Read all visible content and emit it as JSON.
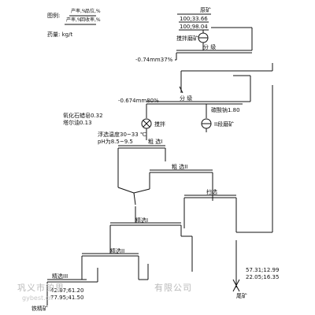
{
  "legend": {
    "top_label": "图例:",
    "top_formula_a": "产率,%",
    "top_formula_b": "品位,%",
    "bottom_formula_a": "产率,%",
    "bottom_formula_b": "回收率,%",
    "reagent_label": "药量: kg/t"
  },
  "feed": {
    "label": "原矿",
    "values_line1": "100;33.66",
    "values_line2": "100;98.04"
  },
  "process": {
    "grinding_1": "搅拌磨矿",
    "classify_1": "分 级",
    "size_1": "-0.74mm37%",
    "classify_2": "分 级",
    "size_2": "-0.674mm80%",
    "reagent_1": "氧化石蜡皂0.32",
    "reagent_2": "塔尔油0.13",
    "reagent_3": "碳酸钠1.80",
    "agitation": "搅拌",
    "grinding_2": "II段磨矿",
    "flotation_cond_1": "浮选温度30~33 ℃",
    "flotation_cond_2": "pH为8.5~9.5",
    "rougher": "粗 选I",
    "rougher_2": "粗 选II",
    "scavenger": "扫选",
    "cleaner_1": "精选I",
    "cleaner_2": "精选II",
    "cleaner_3": "精选III"
  },
  "tailings": {
    "values_line1": "57.31;12.99",
    "values_line2": "22.05;16.35",
    "label": "尾矿"
  },
  "concentrate": {
    "values_line1": "42.87;61.20",
    "values_line2": "77.95;41.50",
    "label": "铁精矿"
  },
  "watermark": {
    "company": "巩义市铂思",
    "company_tail": "有限公司",
    "site": "gybest.cn"
  }
}
